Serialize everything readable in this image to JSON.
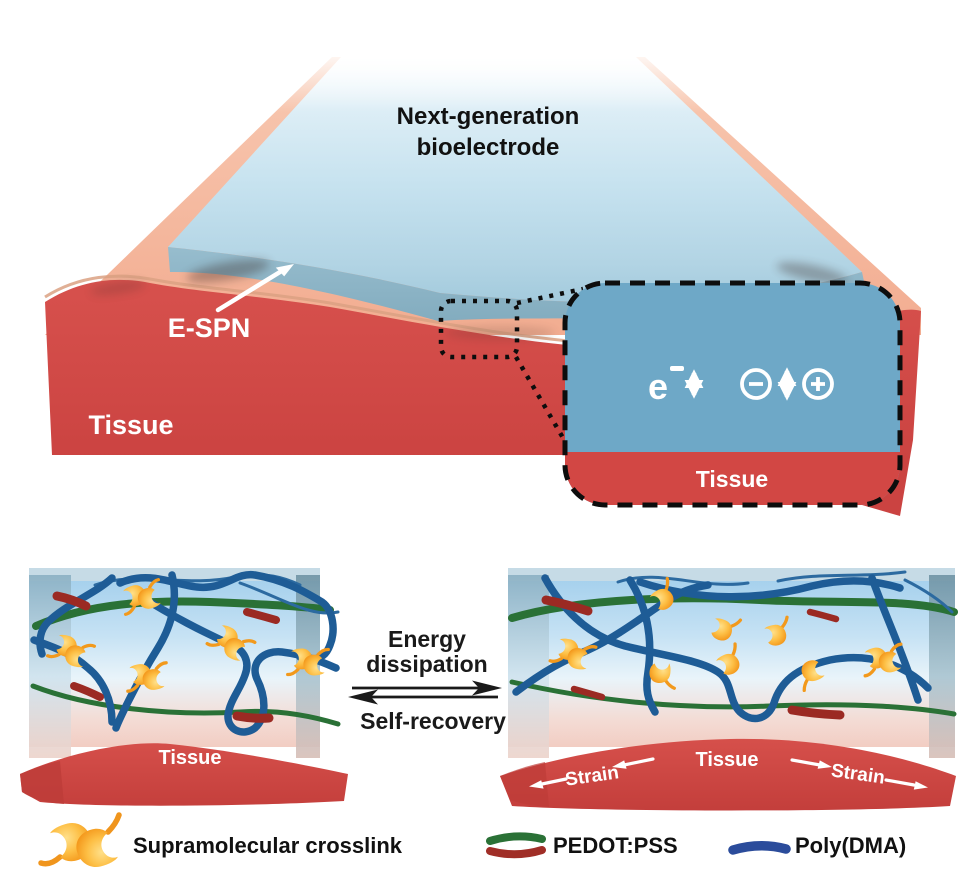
{
  "figure": {
    "top": {
      "title_line1": "Next-generation",
      "title_line2": "bioelectrode",
      "espn_label": "E-SPN",
      "tissue_label": "Tissue",
      "inset": {
        "electron_label": "e",
        "electron_superscript": "−",
        "anion_symbol": "−",
        "cation_symbol": "+",
        "tissue_label": "Tissue"
      }
    },
    "transition": {
      "forward_line1": "Energy",
      "forward_line2": "dissipation",
      "backward": "Self-recovery"
    },
    "panels": {
      "left": {
        "tissue_label": "Tissue"
      },
      "right": {
        "tissue_label": "Tissue",
        "strain_left": "Strain",
        "strain_right": "Strain"
      }
    },
    "legend": {
      "items": [
        {
          "id": "supramolecular-crosslink",
          "label": "Supramolecular crosslink"
        },
        {
          "id": "pedot-pss",
          "label": "PEDOT:PSS"
        },
        {
          "id": "poly-dma",
          "label": "Poly(DMA)"
        }
      ]
    },
    "colors": {
      "tissue_red": "#d04a47",
      "skin_salmon": "#f5b79e",
      "electrode_blue": "#bcdcea",
      "inset_blue": "#6ea8c7",
      "poly_dma_chain_blue": "#1e5c96",
      "poly_dma_legend_blue": "#2b4c9b",
      "pedot_green": "#2a7136",
      "pss_dark_red": "#9b2a23",
      "crosslink_orange": "#f49a1e"
    }
  }
}
